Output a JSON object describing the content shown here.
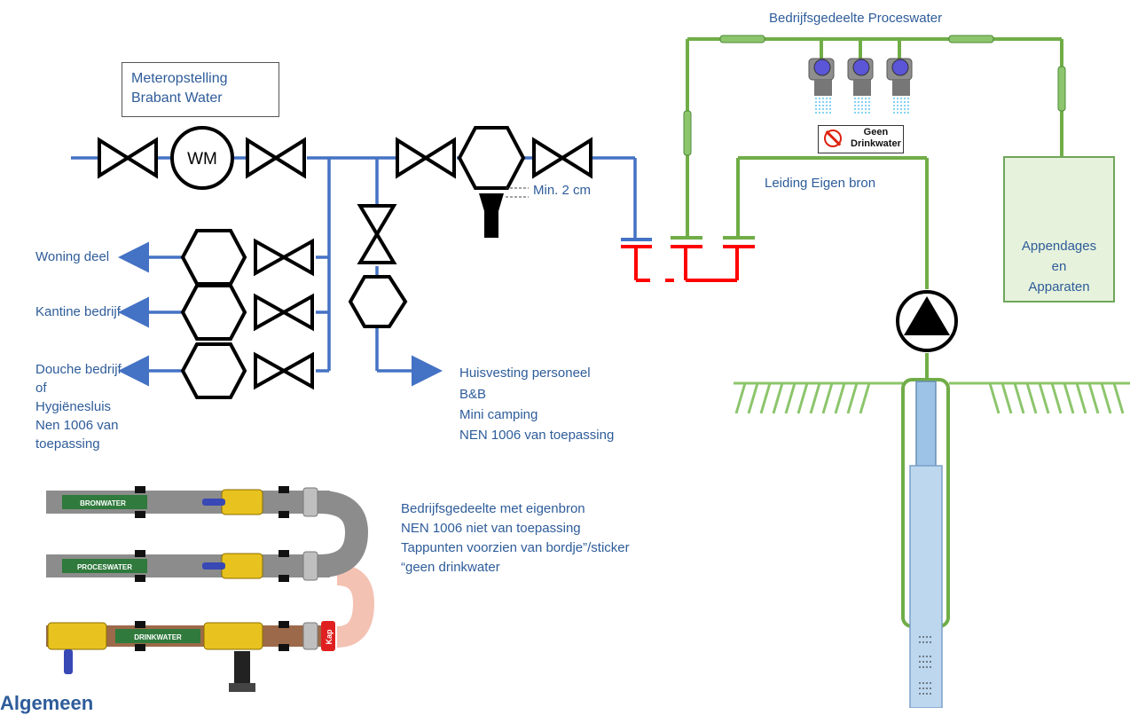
{
  "meter_box": {
    "line1": "Meteropstelling",
    "line2": "Brabant Water"
  },
  "meter_symbol": "WM",
  "min_label": "Min. 2 cm",
  "outlets": {
    "woning": "Woning deel",
    "kantine": "Kantine bedrijf",
    "douche": [
      "Douche bedrijf",
      "of",
      "Hygiënesluis",
      "Nen 1006 van",
      "toepassing"
    ]
  },
  "huisvesting": [
    "Huisvesting personeel",
    "B&B",
    "Mini camping",
    "NEN 1006 van toepassing"
  ],
  "process_title": "Bedrijfsgedeelte Proceswater",
  "eigen_bron": "Leiding Eigen bron",
  "sign": {
    "line1": "Geen",
    "line2": "Drinkwater"
  },
  "appendages": [
    "Appendages",
    "en",
    "Apparaten"
  ],
  "notes": [
    "Bedrijfsgedeelte met eigenbron",
    "NEN 1006 niet van toepassing",
    "Tappunten voorzien van bordje”/sticker",
    "“geen drinkwater"
  ],
  "pipe_labels": {
    "bronwater": "BRONWATER",
    "proceswater": "PROCESWATER",
    "drinkwater": "DRINKWATER",
    "kap": "Kap"
  },
  "bottom_heading": "Algemeen",
  "colors": {
    "blue_pipe": "#4472c4",
    "green_pipe": "#70ad47",
    "red_pipe": "#ff0000",
    "text_blue": "#2e5c9a"
  }
}
